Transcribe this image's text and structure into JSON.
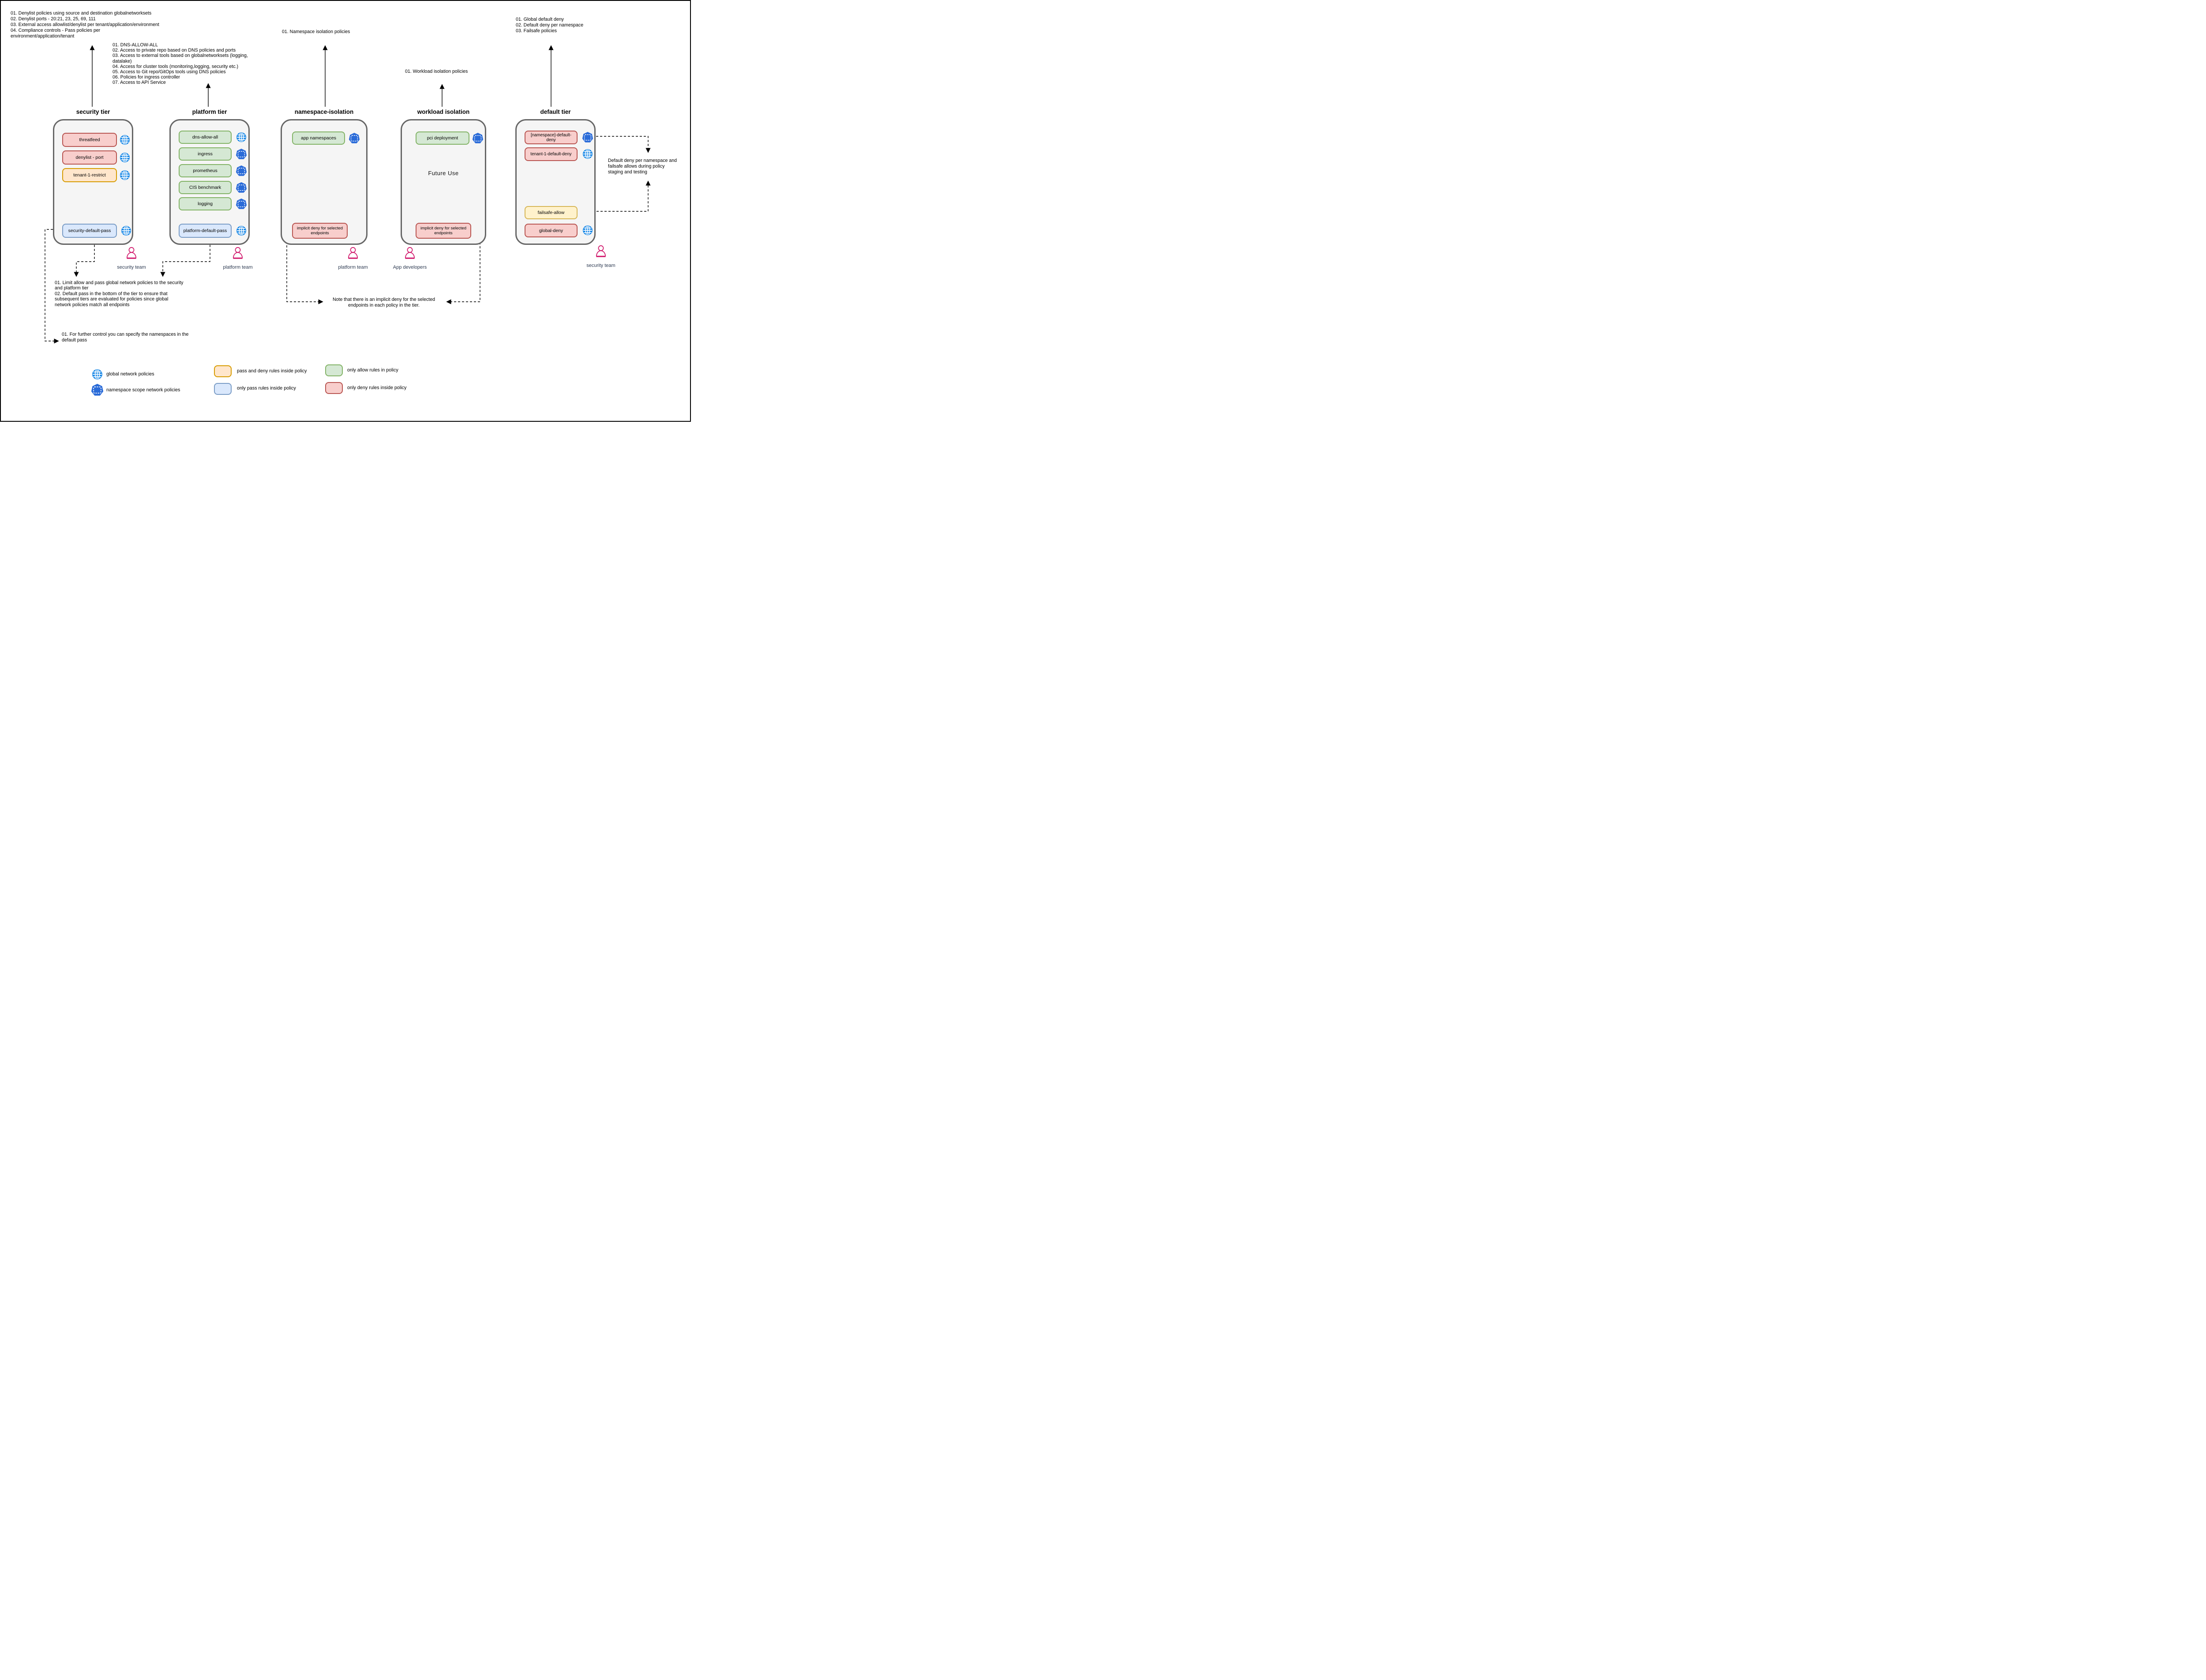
{
  "top_notes": {
    "security": {
      "lines": [
        "01. Denylist policies using source and destination globalnetworksets",
        "02. Denylist ports - 20:21, 23, 25, 69, 111",
        "03. External access allowlist/denylist per tenant/application/environment",
        "04. Compliance controls - Pass policies per",
        "environment/application/tenant"
      ]
    },
    "platform": {
      "lines": [
        "01. DNS-ALLOW-ALL",
        "02. Access to private repo based on DNS policies and ports",
        "03. Access to external tools based on globalnetworksets (logging, datalake)",
        "04. Access for cluster tools (monitoring,logging, security etc.)",
        "05. Access to Git repo/GitOps tools using DNS policies",
        "06. Policies for ingress controller",
        "07. Access to API Service"
      ]
    },
    "namespace": "01. Namespace isolation policies",
    "workload": "01. Workload isolation policies",
    "default_tier": {
      "lines": [
        "01. Global default deny",
        "02. Default deny per namespace",
        "03. Failsafe policies"
      ]
    }
  },
  "tiers": [
    {
      "title": "security tier",
      "policies": [
        {
          "label": "threatfeed",
          "rules": "deny",
          "scope": "global"
        },
        {
          "label": "denylist - port",
          "rules": "deny",
          "scope": "global"
        },
        {
          "label": "tenant-1-restrict",
          "rules": "passdeny",
          "scope": "global"
        },
        {
          "label": "security-default-pass",
          "rules": "pass",
          "scope": "global"
        }
      ]
    },
    {
      "title": "platform tier",
      "policies": [
        {
          "label": "dns-allow-all",
          "rules": "allow",
          "scope": "global"
        },
        {
          "label": "ingress",
          "rules": "allow",
          "scope": "namespace"
        },
        {
          "label": "prometheus",
          "rules": "allow",
          "scope": "namespace"
        },
        {
          "label": "CIS benchmark",
          "rules": "allow",
          "scope": "namespace"
        },
        {
          "label": "logging",
          "rules": "allow",
          "scope": "namespace"
        },
        {
          "label": "platform-default-pass",
          "rules": "pass",
          "scope": "global"
        }
      ]
    },
    {
      "title": "namespace-isolation",
      "policies": [
        {
          "label": "app namespaces",
          "rules": "allow",
          "scope": "namespace"
        },
        {
          "label": "implicit deny for selected endpoints",
          "rules": "deny",
          "scope": "none"
        }
      ]
    },
    {
      "title": "workload isolation",
      "center_text": "Future Use",
      "policies": [
        {
          "label": "pci deployment",
          "rules": "allow",
          "scope": "namespace"
        },
        {
          "label": "implicit deny for selected endpoints",
          "rules": "deny",
          "scope": "none"
        }
      ]
    },
    {
      "title": "default tier",
      "policies": [
        {
          "label": "[namespace]-default-deny",
          "rules": "deny",
          "scope": "namespace"
        },
        {
          "label": "tenant-1-default-deny",
          "rules": "deny",
          "scope": "global"
        },
        {
          "label": "failsafe-allow",
          "rules": "failsafe",
          "scope": "none"
        },
        {
          "label": "global-deny",
          "rules": "deny",
          "scope": "global"
        }
      ]
    }
  ],
  "teams": [
    {
      "label": "security team"
    },
    {
      "label": "platform team"
    },
    {
      "label": "platform team"
    },
    {
      "label": "App developers"
    },
    {
      "label": "security team"
    }
  ],
  "notes": {
    "limit": {
      "lines": [
        "01. Limit allow and pass global network policies to the security",
        "and platform tier",
        "02. Default pass in the bottom of the tier to ensure that",
        "subsequent tiers are evaluated for policies since global",
        "network policies match all endpoints"
      ]
    },
    "further": {
      "lines": [
        "01. For further control you can specify the namespaces in the",
        "default pass"
      ]
    },
    "implicit": {
      "lines": [
        "Note that there is an implicit deny for the selected",
        "endpoints in each policy in the tier."
      ]
    },
    "staging": {
      "lines": [
        "Default deny per namespace and",
        "failsafe allows during policy",
        "staging and testing"
      ]
    }
  },
  "legend": {
    "global": "global network policies",
    "namespace": "namespace scope network policies",
    "passdeny": "pass and deny rules inside policy",
    "pass": "only pass rules inside policy",
    "allow": "only allow rules in policy",
    "deny": "only deny rules inside policy"
  },
  "palette": {
    "deny_fill": "#F8CECC",
    "deny_stroke": "#B85450",
    "allow_fill": "#D5E8D4",
    "allow_stroke": "#82B366",
    "pass_fill": "#DAE8FC",
    "pass_stroke": "#7A9CC6",
    "passdeny_fill": "#FFE6CC",
    "passdeny_stroke": "#D79B00",
    "failsafe_fill": "#FFF2CC",
    "failsafe_stroke": "#D6B656",
    "tier_fill": "#F5F5F5",
    "tier_stroke": "#666666",
    "globe_icon": "#1787E6",
    "namespace_icon": "#2A6BD8",
    "person_icon": "#D11A6D",
    "team_label": "#2E3B52"
  }
}
